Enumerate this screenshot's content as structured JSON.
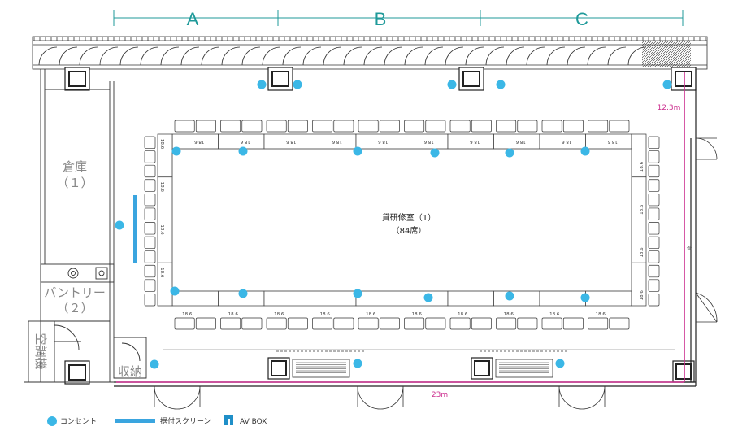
{
  "zones": [
    "A",
    "B",
    "C"
  ],
  "room": {
    "name": "貸研修室（1）",
    "seats": "（84席）"
  },
  "table_label": "18.6",
  "rooms": {
    "storage": [
      "倉庫",
      "（１）"
    ],
    "pantry": [
      "パントリー",
      "（２）"
    ],
    "hvac": "空調機",
    "closet": "収納",
    "side_label": "収"
  },
  "dimensions": {
    "depth": "12.3m",
    "width": "23m"
  },
  "legend": {
    "outlet": "コンセント",
    "screen": "据付スクリーン",
    "avbox": "AV BOX"
  },
  "colors": {
    "outlet": "#3bb7e6",
    "screen": "#3aa5df",
    "avbox": "#1f8fc8",
    "dimension": "#cc2f8f",
    "zone": "#1f9a9a"
  }
}
